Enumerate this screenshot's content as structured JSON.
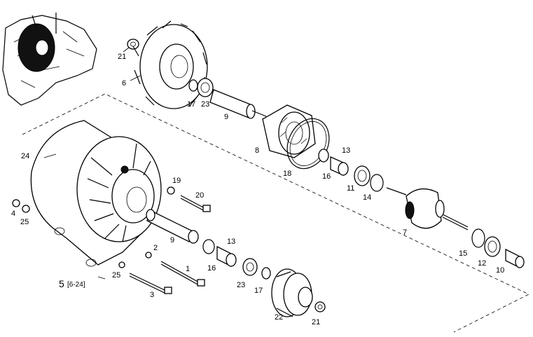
{
  "diagram": {
    "reference_label": "5",
    "reference_range": "[6-24]",
    "labels": [
      {
        "id": "p21a",
        "text": "21"
      },
      {
        "id": "p6",
        "text": "6"
      },
      {
        "id": "p17a",
        "text": "17"
      },
      {
        "id": "p23a",
        "text": "23"
      },
      {
        "id": "p9a",
        "text": "9"
      },
      {
        "id": "p8",
        "text": "8"
      },
      {
        "id": "p18",
        "text": "18"
      },
      {
        "id": "p13a",
        "text": "13"
      },
      {
        "id": "p16a",
        "text": "16"
      },
      {
        "id": "p11",
        "text": "11"
      },
      {
        "id": "p14",
        "text": "14"
      },
      {
        "id": "p7",
        "text": "7"
      },
      {
        "id": "p15",
        "text": "15"
      },
      {
        "id": "p12",
        "text": "12"
      },
      {
        "id": "p10",
        "text": "10"
      },
      {
        "id": "p24",
        "text": "24"
      },
      {
        "id": "p19",
        "text": "19"
      },
      {
        "id": "p20",
        "text": "20"
      },
      {
        "id": "p4",
        "text": "4"
      },
      {
        "id": "p25a",
        "text": "25"
      },
      {
        "id": "p9b",
        "text": "9"
      },
      {
        "id": "p13b",
        "text": "13"
      },
      {
        "id": "p16b",
        "text": "16"
      },
      {
        "id": "p2",
        "text": "2"
      },
      {
        "id": "p1",
        "text": "1"
      },
      {
        "id": "p25b",
        "text": "25"
      },
      {
        "id": "p23b",
        "text": "23"
      },
      {
        "id": "p17b",
        "text": "17"
      },
      {
        "id": "p3",
        "text": "3"
      },
      {
        "id": "p22",
        "text": "22"
      },
      {
        "id": "p21b",
        "text": "21"
      }
    ]
  }
}
